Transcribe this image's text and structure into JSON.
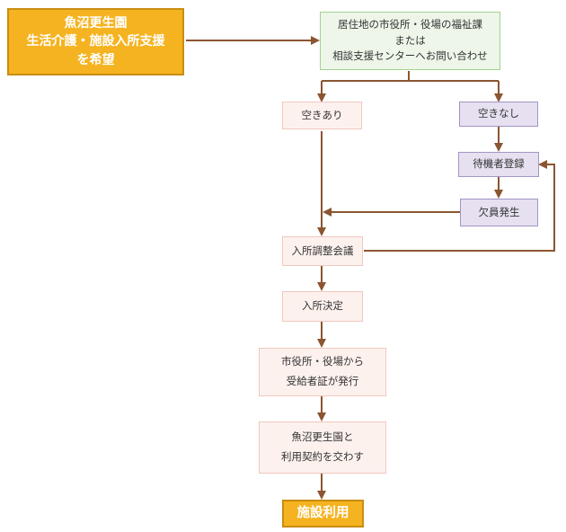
{
  "colors": {
    "arrow": "#8b5531",
    "start_fill": "#f5b321",
    "contact_fill": "#edf6e9",
    "available_fill": "#fdf1ee",
    "waiting_fill": "#e6e0f0"
  },
  "nodes": {
    "start": [
      "魚沼更生園",
      "生活介護・施設入所支援",
      "を希望"
    ],
    "contact": [
      "居住地の市役所・役場の福祉課",
      "または",
      "相談支援センターへお問い合わせ"
    ],
    "vacancy": "空きあり",
    "no_vacancy": "空きなし",
    "waitlist": "待機者登録",
    "opening": "欠員発生",
    "meeting": "入所調整会議",
    "decision": "入所決定",
    "certificate": [
      "市役所・役場から",
      "受給者証が発行"
    ],
    "contract": [
      "魚沼更生園と",
      "利用契約を交わす"
    ],
    "use": "施設利用"
  }
}
